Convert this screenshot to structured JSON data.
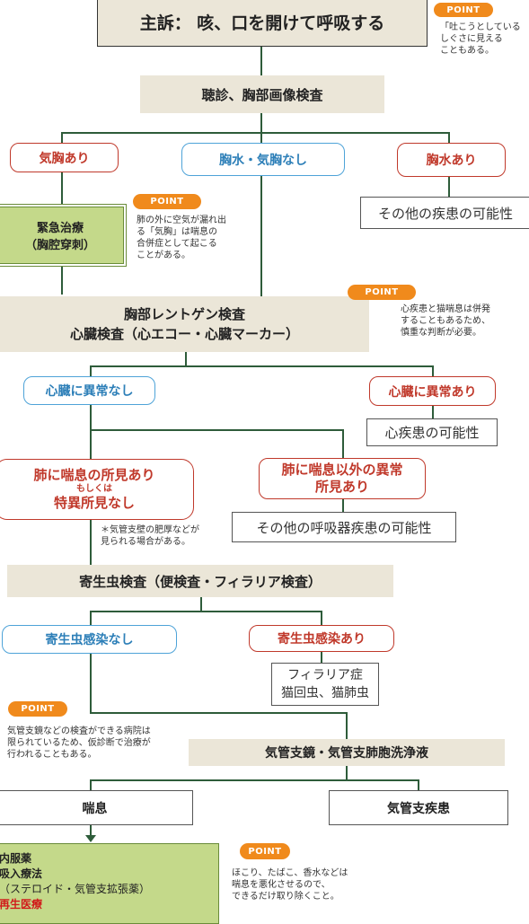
{
  "chief_complaint": "主訴： 咳、口を開けて呼吸する",
  "point_label": "POINT",
  "point_notes": {
    "p1": "「吐こうとしている\nしぐさに見える\nこともある。",
    "p2": "肺の外に空気が漏れ出\nる「気胸」は喘息の\n合併症として起こる\nことがある。",
    "p3": "心疾患と猫喘息は併発\nすることもあるため、\n慎重な判断が必要。",
    "p4": "気管支鏡などの検査ができる病院は\n限られているため、仮診断で治療が\n行われることもある。",
    "p5": "ほこり、たばこ、香水などは\n喘息を悪化させるので、\nできるだけ取り除くこと。"
  },
  "step1": "聴診、胸部画像検査",
  "pneumothorax_yes": "気胸あり",
  "pleural_no": "胸水・気胸なし",
  "pleural_yes": "胸水あり",
  "other_disease": "その他の疾患の可能性",
  "emergency_l1": "緊急治療",
  "emergency_l2": "（胸腔穿刺）",
  "step2_l1": "胸部レントゲン検査",
  "step2_l2": "心臓検査（心エコー・心臓マーカー）",
  "heart_normal": "心臓に異常なし",
  "heart_abnormal": "心臓に異常あり",
  "heart_disease": "心疾患の可能性",
  "lung_asthma_l1": "肺に喘息の所見あり",
  "lung_asthma_l2": "もしくは",
  "lung_asthma_l3": "特異所見なし",
  "lung_other_l1": "肺に喘息以外の異常",
  "lung_other_l2": "所見あり",
  "resp_other": "その他の呼吸器疾患の可能性",
  "bronchial_note": "＊気管支壁の肥厚などが\n見られる場合がある。",
  "step3": "寄生虫検査（便検査・フィラリア検査）",
  "parasite_no": "寄生虫感染なし",
  "parasite_yes": "寄生虫感染あり",
  "parasite_list_l1": "フィラリア症",
  "parasite_list_l2": "猫回虫、猫肺虫",
  "step4": "気管支鏡・気管支肺胞洗浄液",
  "asthma": "喘息",
  "bronchial_disease": "気管支疾患",
  "treat_1": "内服薬",
  "treat_2": "吸入療法",
  "treat_3": "（ステロイド・気管支拡張薬）",
  "treat_4": "再生医療",
  "colors": {
    "line": "#2e5c3a",
    "red": "#c0392b",
    "blue": "#4ea3d8",
    "green": "#c4d98a",
    "beige": "#ebe6d8",
    "orange": "#f08a1c"
  }
}
